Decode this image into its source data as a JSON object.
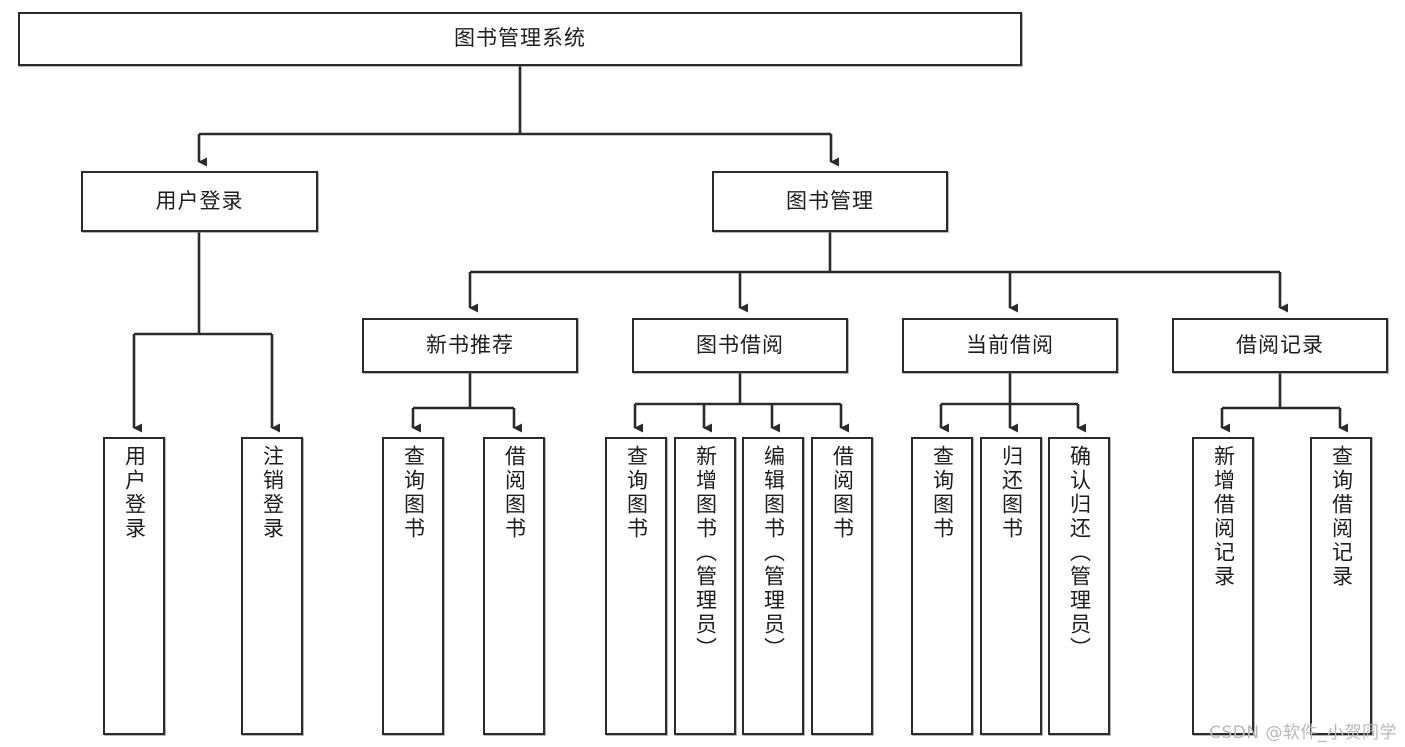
{
  "diagram": {
    "title": "图书管理系统",
    "type": "tree-hierarchy",
    "watermark": "CSDN @软件_小贺同学",
    "colors": {
      "background": "#ffffff",
      "node_border": "#2b2b2b",
      "node_fill": "#ffffff",
      "connector": "#2b2b2b",
      "text": "#1d1d1d",
      "watermark": "#b9b9b9"
    },
    "root": {
      "id": "root",
      "label": "图书管理系统"
    },
    "level2": [
      {
        "id": "user-login",
        "label": "用户登录"
      },
      {
        "id": "book-manage",
        "label": "图书管理"
      }
    ],
    "level3": [
      {
        "id": "new-book-recommend",
        "label": "新书推荐",
        "parent": "book-manage"
      },
      {
        "id": "book-borrow",
        "label": "图书借阅",
        "parent": "book-manage"
      },
      {
        "id": "current-borrow",
        "label": "当前借阅",
        "parent": "book-manage"
      },
      {
        "id": "borrow-record",
        "label": "借阅记录",
        "parent": "book-manage"
      }
    ],
    "leaves": [
      {
        "id": "leaf-user-login",
        "label": "用户登录",
        "parent": "user-login"
      },
      {
        "id": "leaf-user-logout",
        "label": "注销登录",
        "parent": "user-login"
      },
      {
        "id": "leaf-query-book-1",
        "label": "查询图书",
        "parent": "new-book-recommend"
      },
      {
        "id": "leaf-borrow-book-1",
        "label": "借阅图书",
        "parent": "new-book-recommend"
      },
      {
        "id": "leaf-query-book-2",
        "label": "查询图书",
        "parent": "book-borrow"
      },
      {
        "id": "leaf-add-book",
        "label": "新增图书（管理员）",
        "parent": "book-borrow"
      },
      {
        "id": "leaf-edit-book",
        "label": "编辑图书（管理员）",
        "parent": "book-borrow"
      },
      {
        "id": "leaf-borrow-book-2",
        "label": "借阅图书",
        "parent": "book-borrow"
      },
      {
        "id": "leaf-query-book-3",
        "label": "查询图书",
        "parent": "current-borrow"
      },
      {
        "id": "leaf-return-book",
        "label": "归还图书",
        "parent": "current-borrow"
      },
      {
        "id": "leaf-confirm-return",
        "label": "确认归还（管理员）",
        "parent": "current-borrow"
      },
      {
        "id": "leaf-add-record",
        "label": "新增借阅记录",
        "parent": "borrow-record"
      },
      {
        "id": "leaf-query-record",
        "label": "查询借阅记录",
        "parent": "borrow-record"
      }
    ]
  }
}
